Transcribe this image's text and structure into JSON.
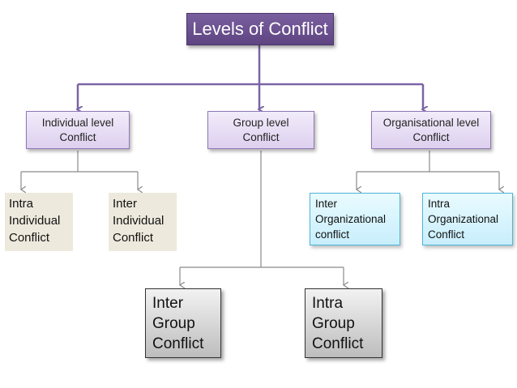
{
  "root": {
    "title": "Levels of Conflict"
  },
  "levels": {
    "individual": {
      "line1": "Individual level",
      "line2": "Conflict"
    },
    "group": {
      "line1": "Group level",
      "line2": "Conflict"
    },
    "organisational": {
      "line1": "Organisational level",
      "line2": "Conflict"
    }
  },
  "leaves": {
    "intra_individual": [
      "Intra",
      "Individual",
      "Conflict"
    ],
    "inter_individual": [
      "Inter",
      "Individual",
      "Conflict"
    ],
    "inter_organizational": [
      "Inter",
      "Organizational",
      "conflict"
    ],
    "intra_organizational": [
      "Intra",
      "Organizational",
      "Conflict"
    ],
    "inter_group": [
      "Inter",
      "Group",
      "Conflict"
    ],
    "intra_group": [
      "Intra",
      "Group",
      "Conflict"
    ]
  },
  "colors": {
    "root_fill": "#6a5090",
    "level_fill": "#e6dcf3",
    "connector_purple": "#7b64a6",
    "connector_gray": "#8a8a8a",
    "individual_leaf_fill": "#ede9dd",
    "org_leaf_border": "#4cb6d8",
    "group_leaf_fill": "#cccccc"
  }
}
